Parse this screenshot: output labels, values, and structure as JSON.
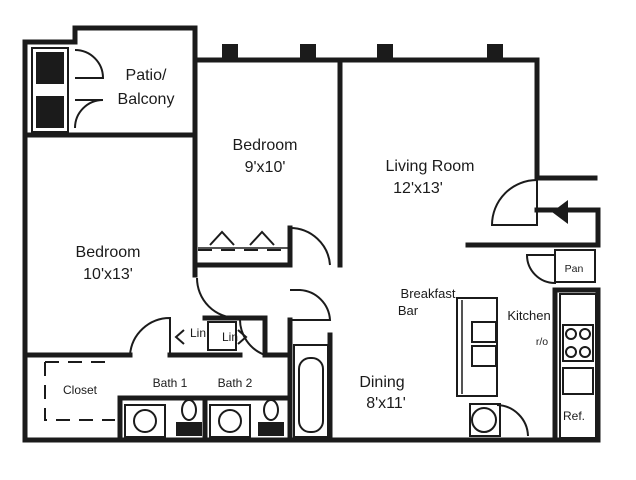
{
  "rooms": {
    "patio": {
      "line1": "Patio/",
      "line2": "Balcony"
    },
    "bedroom_small": {
      "name": "Bedroom",
      "size": "9'x10'"
    },
    "living": {
      "name": "Living Room",
      "size": "12'x13'"
    },
    "bedroom_large": {
      "name": "Bedroom",
      "size": "10'x13'"
    },
    "pantry": {
      "name": "Pan"
    },
    "breakfast": {
      "line1": "Breakfast",
      "line2": "Bar"
    },
    "kitchen": {
      "name": "Kitchen"
    },
    "range": {
      "name": "r/o"
    },
    "linen1": {
      "name": "Lin"
    },
    "linen2": {
      "name": "Lin"
    },
    "closet": {
      "name": "Closet"
    },
    "bath1": {
      "name": "Bath 1"
    },
    "bath2": {
      "name": "Bath 2"
    },
    "dining": {
      "name": "Dining",
      "size": "8'x11'"
    },
    "refrigerator": {
      "name": "Ref."
    }
  }
}
